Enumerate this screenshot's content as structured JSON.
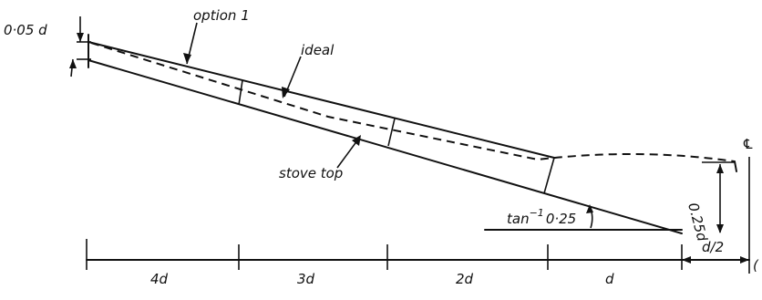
{
  "labels": {
    "offset": "0·05 d",
    "option1": "option 1",
    "ideal": "ideal",
    "stove_top": "stove top",
    "angle_prefix": "tan",
    "angle_exp": "−1",
    "angle_value": "0·25",
    "height": "0.25d",
    "centerline": "℄",
    "dim_4d": "4d",
    "dim_3d": "3d",
    "dim_2d": "2d",
    "dim_d": "d",
    "dim_half": "d/2",
    "edge": "("
  }
}
